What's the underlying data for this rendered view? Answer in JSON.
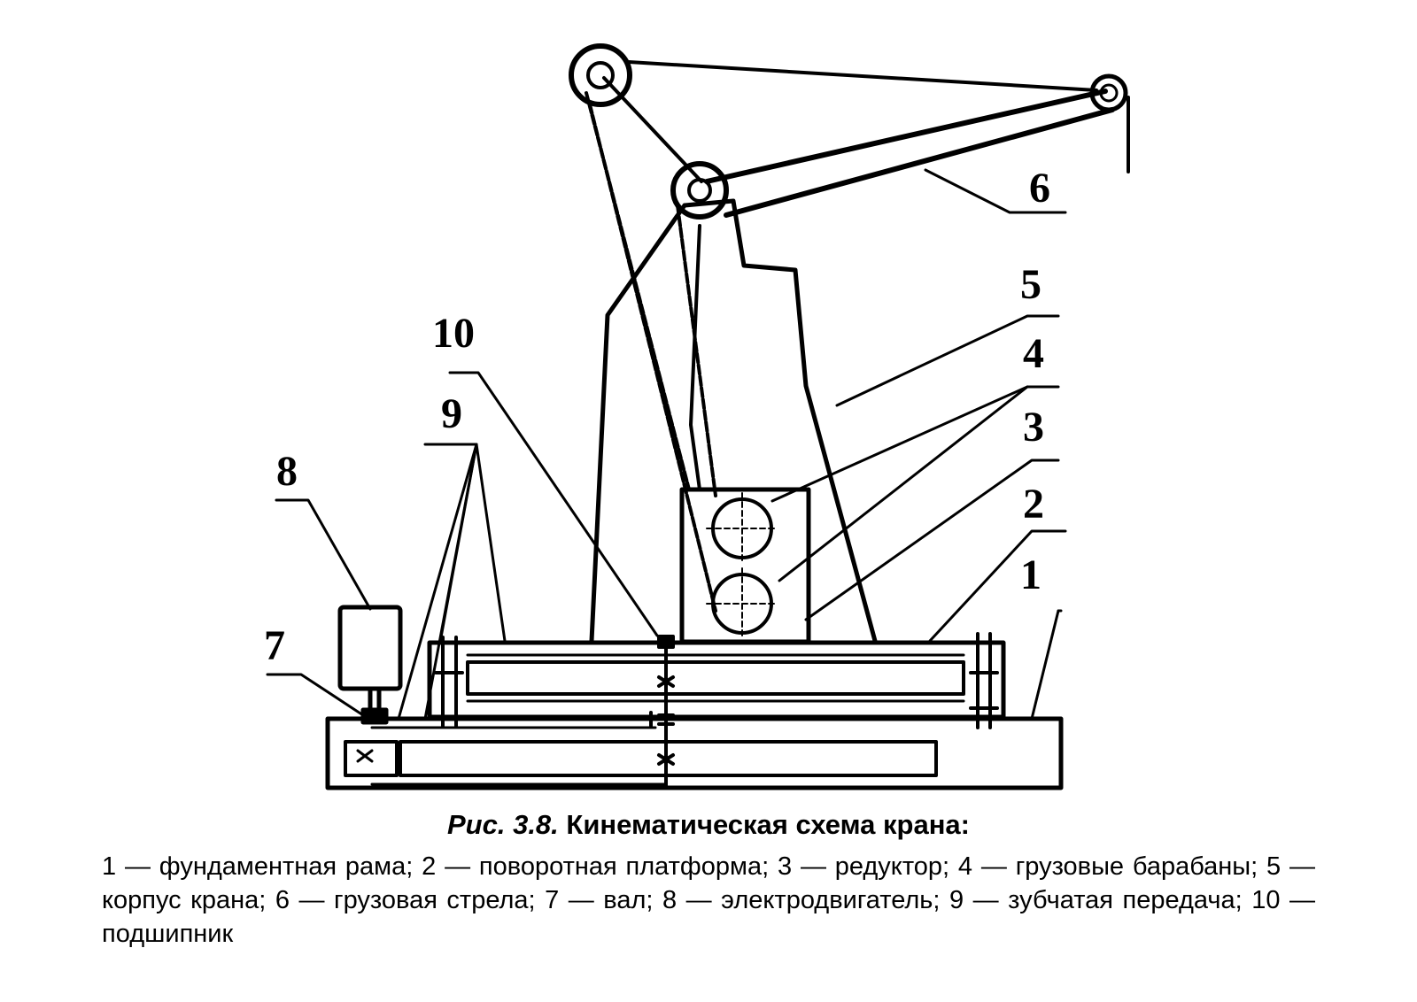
{
  "callouts": {
    "c1": "1",
    "c2": "2",
    "c3": "3",
    "c4": "4",
    "c5": "5",
    "c6": "6",
    "c7": "7",
    "c8": "8",
    "c9": "9",
    "c10": "10"
  },
  "caption": {
    "prefix": "Рис. 3.8.",
    "title": "Кинематическая схема крана:",
    "legend": "1 — фундаментная рама; 2 — поворотная платформа; 3 — редуктор; 4 — грузовые барабаны; 5 — корпус крана; 6 — грузовая стрела; 7 — вал; 8 — электродвигатель; 9 — зубчатая передача; 10 — подшипник"
  },
  "colors": {
    "ink": "#000000",
    "paper": "#ffffff"
  }
}
